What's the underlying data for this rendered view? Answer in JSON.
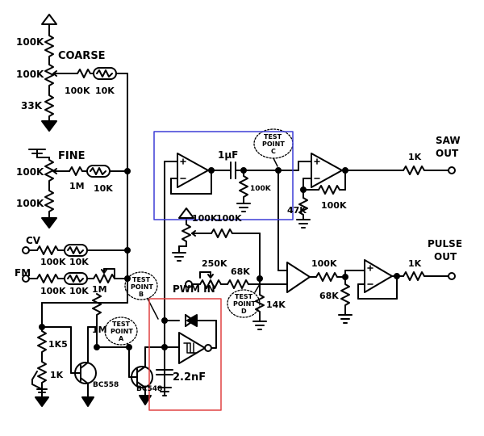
{
  "labels": {
    "coarse": "COARSE",
    "fine": "FINE",
    "cv": "CV",
    "fm": "FM",
    "pwm_in": "PWM IN",
    "saw_out_1": "SAW",
    "saw_out_2": "OUT",
    "pulse_out_1": "PULSE",
    "pulse_out_2": "OUT"
  },
  "components": {
    "r_100k_top": "100K",
    "pot_100k_coarse": "100K",
    "r_33k": "33K",
    "r_100k_coarse_a": "100K",
    "r_10k_coarse": "10K",
    "pot_100k_fine": "100K",
    "r_100k_fine_bottom": "100K",
    "r_1m_fine": "1M",
    "r_10k_fine": "10K",
    "r_100k_cv": "100K",
    "r_10k_cv": "10K",
    "r_100k_fm": "100K",
    "r_10k_fm": "10K",
    "pot_1m_fm": "1M",
    "r_1k5": "1K5",
    "pot_1k": "1K",
    "r_1m_bias": "1M",
    "q_bc558": "BC558",
    "q_bc548": "BC548",
    "c_1uf": "1µF",
    "r_100k_hp": "100K",
    "r_1k_saw": "1K",
    "r_47k": "47K",
    "r_100k_fb": "100K",
    "r_100k_pw_a": "100K",
    "r_100k_pw_b": "100K",
    "pot_250k": "250K",
    "r_68k_pw": "68K",
    "r_14k": "14K",
    "r_100k_pulse": "100K",
    "r_68k_pulse": "68K",
    "r_1k_pulse": "1K",
    "c_2n2": "2.2nF"
  },
  "test_points": {
    "a": [
      "TEST",
      "POINT",
      "A"
    ],
    "b": [
      "TEST",
      "POINT",
      "B"
    ],
    "c": [
      "TEST",
      "POINT",
      "C"
    ],
    "d": [
      "TEST",
      "POINT",
      "D"
    ]
  },
  "highlights": {
    "blue_box_color": "#3b3bd6",
    "red_box_color": "#e04040"
  }
}
